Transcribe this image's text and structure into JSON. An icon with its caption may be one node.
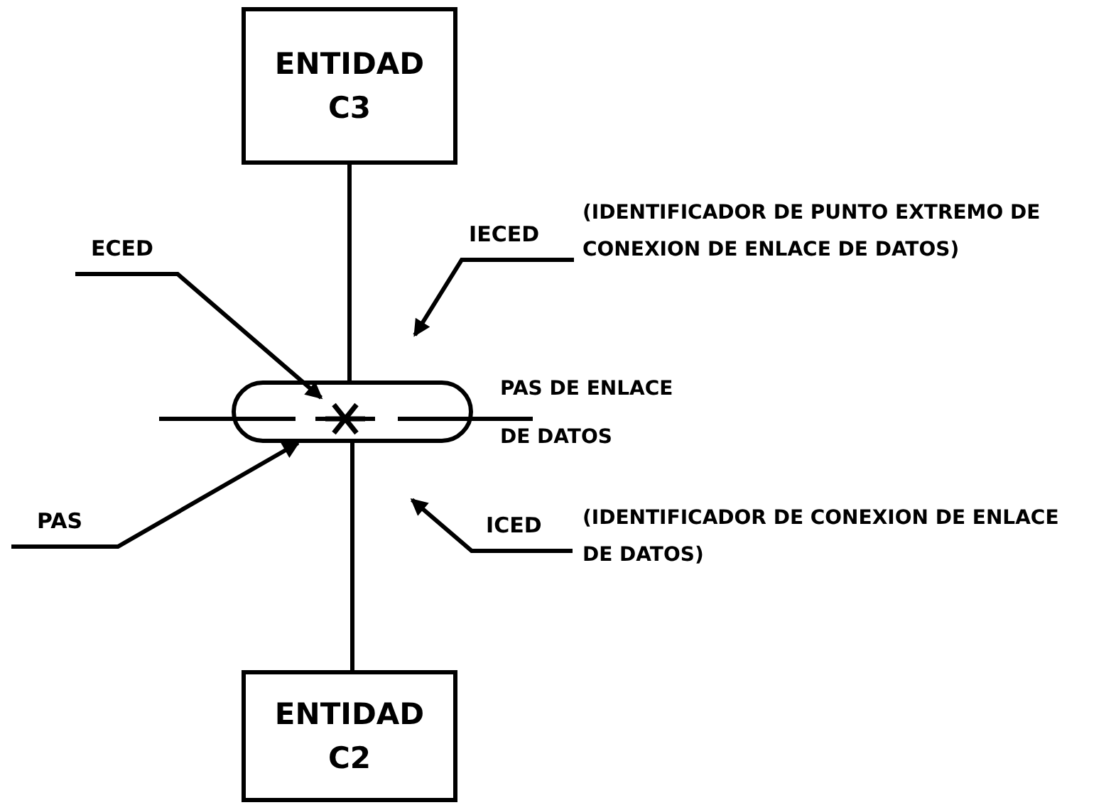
{
  "diagram": {
    "nodes": [
      {
        "text": [
          "ENTIDAD C3"
        ]
      },
      {
        "text": [
          "ENTIDAD C2"
        ]
      },
      {
        "text": [],
        "shape": "box",
        "beside": [
          "PAS DE ENLACE DE DATOS"
        ]
      },
      {
        "text": [],
        "shape": "cross",
        "in": 2
      },
      {
        "text": [
          "ECED"
        ]
      },
      {
        "text": [
          "IECED"
        ],
        "beside": [
          "(IDENTIFICADOR DE PUNTO EXTREMO DE CONEXION DE ENLACE DE DATOS)"
        ]
      },
      {
        "text": [
          "PAS"
        ]
      },
      {
        "text": [
          "ICED"
        ],
        "beside": [
          "(IDENTIFICADOR DE CONEXION DE ENLACE DE DATOS)"
        ]
      }
    ],
    "edges": [
      {
        "from": 0,
        "to": 2,
        "arrow": "none"
      },
      {
        "from": 2,
        "to": 1,
        "arrow": "none"
      },
      {
        "from": 4,
        "to": 3,
        "arrow": "to"
      },
      {
        "from": 5,
        "to": null,
        "arrow": "to"
      },
      {
        "from": 6,
        "to": 2,
        "arrow": "to"
      },
      {
        "from": 7,
        "to": null,
        "arrow": "to"
      }
    ]
  }
}
